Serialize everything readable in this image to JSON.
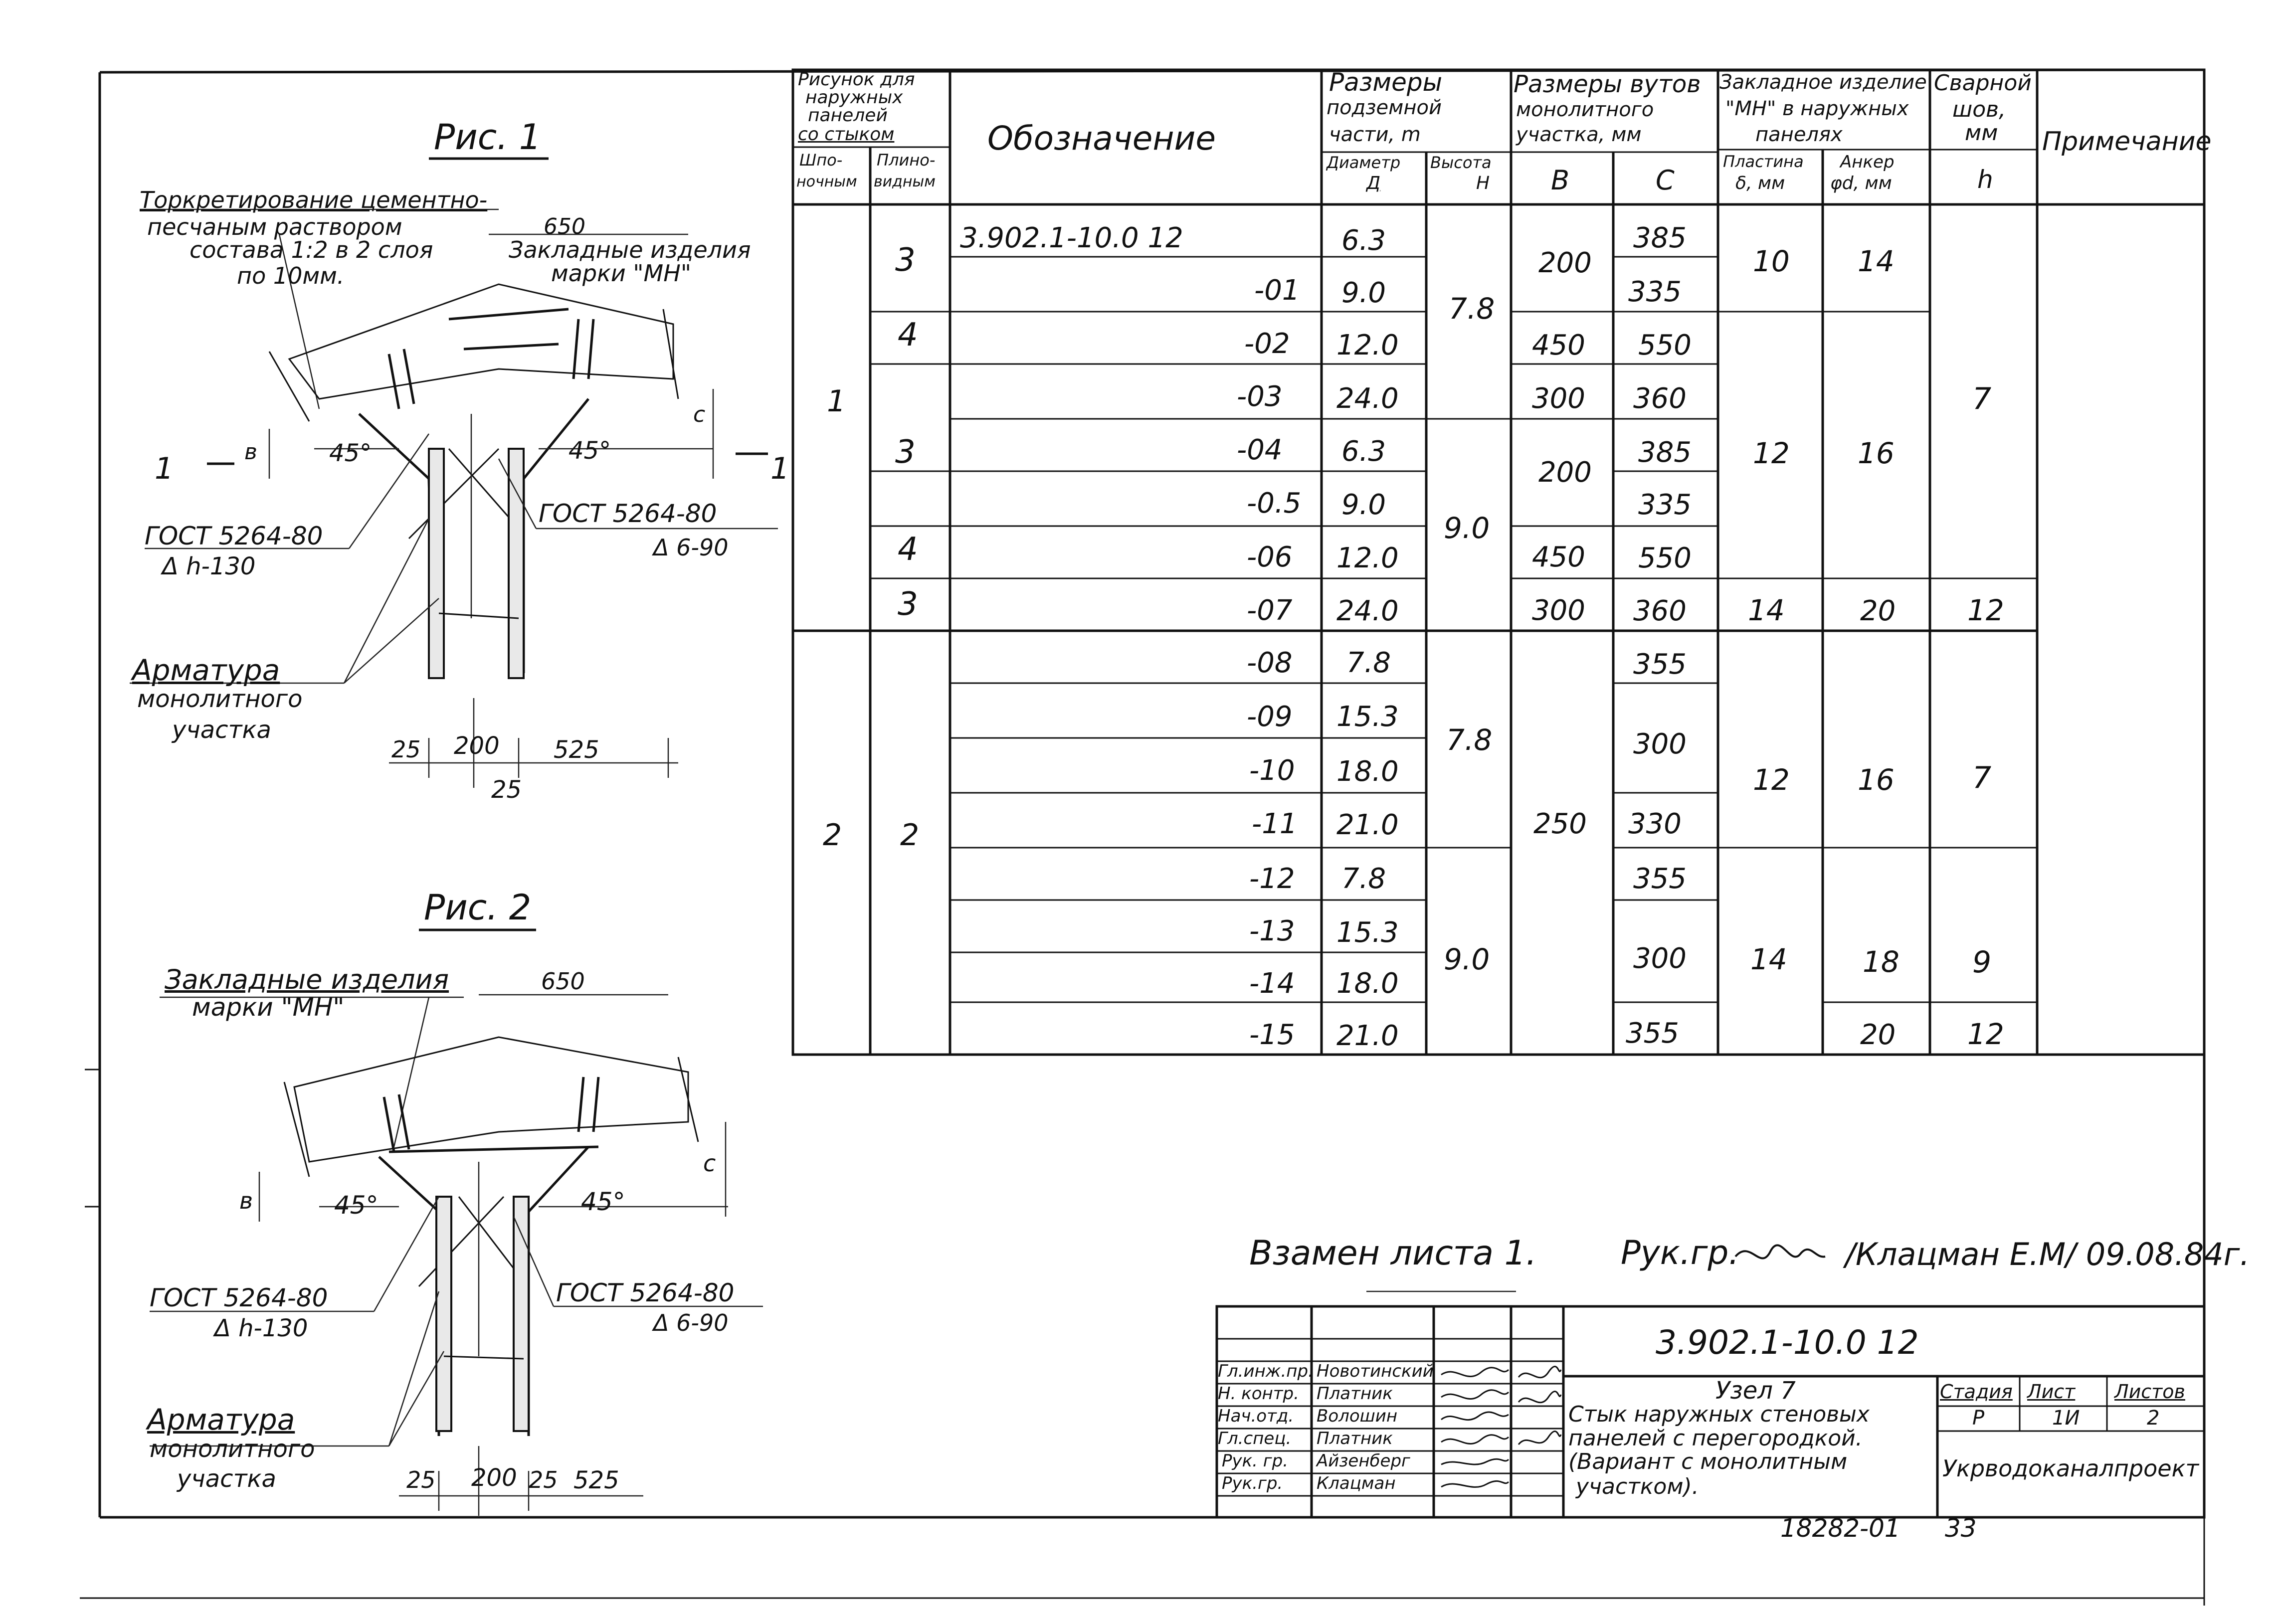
{
  "fig1": {
    "title": "Рис. 1",
    "note_line1": "Торкретирование цементно-",
    "note_line2": "песчаным раствором",
    "note_line3": "состава 1:2 в 2 слоя",
    "note_line4": "по 10мм.",
    "dim_650": "650",
    "embedded_line1": "Закладные изделия",
    "embedded_line2": "марки \"МН\"",
    "angle_left": "45°",
    "angle_right": "45°",
    "label_b": "в",
    "label_c": "с",
    "section_left": "1",
    "section_right": "1",
    "gost_left": "ГОСТ 5264-80",
    "gost_left_sub": "Δ h-130",
    "gost_right": "ГОСТ 5264-80",
    "gost_right_sub": "Δ 6-90",
    "rebar_line1": "Арматура",
    "rebar_line2": "монолитного",
    "rebar_line3": "участка",
    "dim_25a": "25",
    "dim_200": "200",
    "dim_525": "525",
    "dim_25b": "25"
  },
  "fig2": {
    "title": "Рис. 2",
    "embedded_line1": "Закладные изделия",
    "embedded_line2": "марки \"МН\"",
    "dim_650": "650",
    "angle_left": "45°",
    "angle_right": "45°",
    "label_b": "в",
    "label_c": "с",
    "gost_left": "ГОСТ 5264-80",
    "gost_left_sub": "Δ h-130",
    "gost_right": "ГОСТ 5264-80",
    "gost_right_sub": "Δ 6-90",
    "rebar_line1": "Арматура",
    "rebar_line2": "монолитного",
    "rebar_line3": "участка",
    "dim_25a": "25",
    "dim_200": "200",
    "dim_25b": "25",
    "dim_525": "525"
  },
  "table": {
    "h_fig_l1": "Рисунок для",
    "h_fig_l2": "наружных",
    "h_fig_l3": "панелей",
    "h_fig_l4": "со стыком",
    "h_fig_sub1_l1": "Шпо-",
    "h_fig_sub1_l2": "ночным",
    "h_fig_sub2_l1": "Плино-",
    "h_fig_sub2_l2": "видным",
    "h_designation": "Обозначение",
    "h_size_l1": "Размеры",
    "h_size_l2": "подземной",
    "h_size_l3": "части, m",
    "h_diam_l1": "Диаметр",
    "h_diam_l2": "Д",
    "h_height_l1": "Высота",
    "h_height_l2": "Н",
    "h_mono_l1": "Размеры вутов",
    "h_mono_l2": "монолитного",
    "h_mono_l3": "участка, мм",
    "h_b": "В",
    "h_c": "С",
    "h_emb_l1": "Закладное изделие",
    "h_emb_l2": "\"МН\" в наружных",
    "h_emb_l3": "панелях",
    "h_plate_l1": "Пластина",
    "h_plate_l2": "δ, мм",
    "h_anchor_l1": "Анкер",
    "h_anchor_l2": "φd, мм",
    "h_weld_l1": "Сварной",
    "h_weld_l2": "шов,",
    "h_weld_l3": "мм",
    "h_weld_h": "h",
    "h_note": "Примечание",
    "designation_base": "3.902.1-10.0 12",
    "designations": [
      "-01",
      "-02",
      "-03",
      "-04",
      "-0.5",
      "-06",
      "-07",
      "-08",
      "-09",
      "-10",
      "-11",
      "-12",
      "-13",
      "-14",
      "-15"
    ],
    "diameters": [
      "6.3",
      "9.0",
      "12.0",
      "24.0",
      "6.3",
      "9.0",
      "12.0",
      "24.0",
      "7.8",
      "15.3",
      "18.0",
      "21.0",
      "7.8",
      "15.3",
      "18.0",
      "21.0"
    ],
    "heights": [
      "7.8",
      "9.0",
      "7.8",
      "9.0"
    ],
    "b_values": [
      "200",
      "450",
      "300",
      "200",
      "450",
      "300",
      "250"
    ],
    "c_values": [
      "385",
      "335",
      "550",
      "360",
      "385",
      "335",
      "550",
      "360",
      "355",
      "300",
      "330",
      "355",
      "300",
      "355"
    ],
    "plates": [
      "10",
      "12",
      "14",
      "12",
      "14"
    ],
    "anchors": [
      "14",
      "16",
      "20",
      "16",
      "18",
      "20"
    ],
    "welds": [
      "7",
      "12",
      "7",
      "9",
      "12"
    ],
    "shpon": [
      "1",
      "2"
    ],
    "glino": [
      "3",
      "4",
      "3",
      "4",
      "3",
      "2"
    ]
  },
  "stamp": {
    "replaces": "Взамен листа 1.",
    "head_label": "Рук.гр.",
    "head_name": "/Клацман Е.М/ 09.08.84г.",
    "doc_code": "3.902.1-10.0 12",
    "roles": [
      "Гл.инж.пр.",
      "Н. контр.",
      "Нач.отд.",
      "Гл.спец.",
      "Рук. гр.",
      "Рук.гр."
    ],
    "names": [
      "Новотинский",
      "Платник",
      "Волошин",
      "Платник",
      "Айзенберг",
      "Клацман"
    ],
    "title_l1": "Узел 7",
    "title_l2": "Стык наружных стеновых",
    "title_l3": "панелей с перегородкой.",
    "title_l4": "(Вариант с монолитным",
    "title_l5": "участком).",
    "stage_label": "Стадия",
    "sheet_label": "Лист",
    "sheets_label": "Листов",
    "stage": "Р",
    "sheet": "1И",
    "sheets": "2",
    "org": "Укрводоканалпроект",
    "archive_no": "18282-01",
    "page_no": "33"
  }
}
